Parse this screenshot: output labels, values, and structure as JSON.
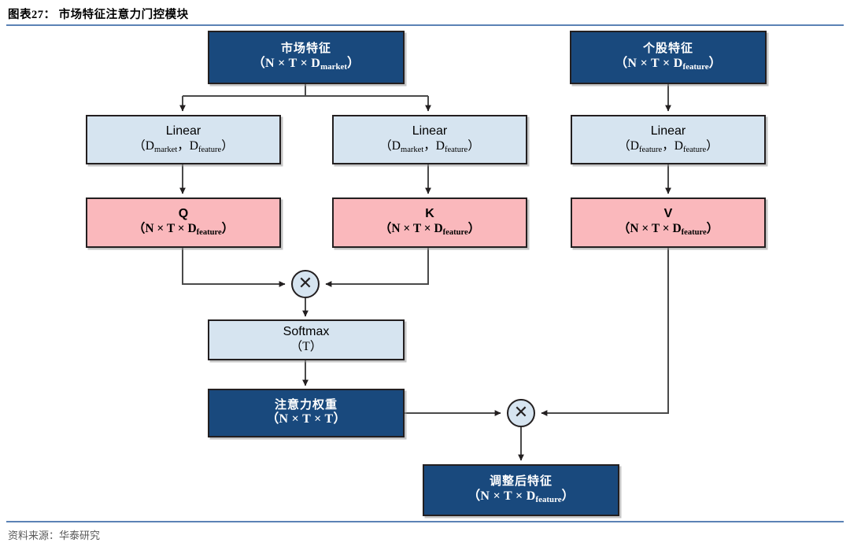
{
  "header": {
    "title": "图表27： 市场特征注意力门控模块"
  },
  "footer": {
    "source": "资料来源：华泰研究"
  },
  "colors": {
    "dark_box_fill": "#19497d",
    "light_box_fill": "#d6e4f0",
    "pink_box_fill": "#fab8bc",
    "outline": "#231f20",
    "rule": "#5b82b5",
    "footer_text": "#5a5a5a"
  },
  "diagram": {
    "type": "flowchart",
    "nodes": {
      "market_features": {
        "line1": "市场特征",
        "line2_pre": "（N × T × D",
        "line2_sub": "market",
        "line2_post": "）"
      },
      "stock_features": {
        "line1": "个股特征",
        "line2_pre": "（N × T × D",
        "line2_sub": "feature",
        "line2_post": "）"
      },
      "linear_q": {
        "line1": "Linear",
        "line2_pre": "（D",
        "line2_sub1": "market",
        "line2_mid": "，D",
        "line2_sub2": "feature",
        "line2_post": "）"
      },
      "linear_k": {
        "line1": "Linear",
        "line2_pre": "（D",
        "line2_sub1": "market",
        "line2_mid": "，D",
        "line2_sub2": "feature",
        "line2_post": "）"
      },
      "linear_v": {
        "line1": "Linear",
        "line2_pre": "（D",
        "line2_sub1": "feature",
        "line2_mid": "，D",
        "line2_sub2": "feature",
        "line2_post": "）"
      },
      "q": {
        "line1": "Q",
        "line2_pre": "（N × T × D",
        "line2_sub": "feature",
        "line2_post": "）"
      },
      "k": {
        "line1": "K",
        "line2_pre": "（N × T × D",
        "line2_sub": "feature",
        "line2_post": "）"
      },
      "v": {
        "line1": "V",
        "line2_pre": "（N × T × D",
        "line2_sub": "feature",
        "line2_post": "）"
      },
      "softmax": {
        "line1": "Softmax",
        "line2": "（T）"
      },
      "attention_weights": {
        "line1": "注意力权重",
        "line2": "（N × T × T）"
      },
      "adjusted_features": {
        "line1": "调整后特征",
        "line2_pre": "（N × T × D",
        "line2_sub": "feature",
        "line2_post": "）"
      }
    },
    "operators": {
      "matmul_qk": {
        "symbol": "✕"
      },
      "matmul_attn_v": {
        "symbol": "✕"
      }
    },
    "edges": [
      "market_features → linear_q",
      "market_features → linear_k",
      "stock_features → linear_v",
      "linear_q → q",
      "linear_k → k",
      "linear_v → v",
      "q → matmul_qk",
      "k → matmul_qk",
      "matmul_qk → softmax",
      "softmax → attention_weights",
      "attention_weights → matmul_attn_v",
      "v → matmul_attn_v",
      "matmul_attn_v → adjusted_features"
    ]
  }
}
